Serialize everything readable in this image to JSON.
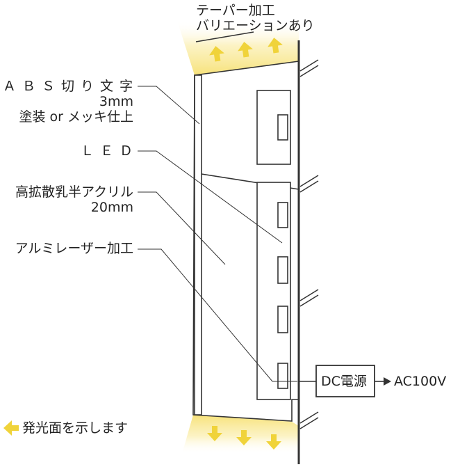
{
  "labels": {
    "taper_line1": "テーパー加工",
    "taper_line2": "バリエーションあり",
    "abs_line1": "ＡＢＳ切り文字",
    "abs_line2": "3mm",
    "abs_line3": "塗装 or メッキ仕上",
    "led": "ＬＥＤ",
    "acrylic_line1": "高拡散乳半アクリル",
    "acrylic_line2": "20mm",
    "aluminum": "アルミレーザー加工",
    "power": "DC電源",
    "ac": "AC100V",
    "legend": "発光面を示します"
  },
  "colors": {
    "stroke": "#333333",
    "glow": "#f5e48a",
    "arrow": "#f0d33a"
  },
  "icons": {
    "light_arrow": "glow-arrow-icon"
  }
}
